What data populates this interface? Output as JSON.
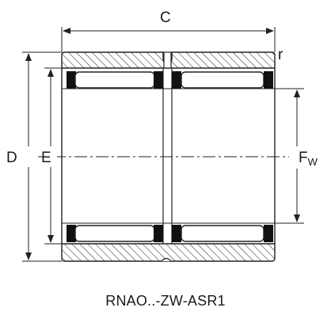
{
  "diagram": {
    "labels": {
      "width": "C",
      "radius": "r",
      "outer_diameter": "D",
      "outer_ring_bore": "E",
      "inner_diameter_main": "F",
      "inner_diameter_sub": "W"
    },
    "caption": "RNAO..-ZW-ASR1"
  }
}
